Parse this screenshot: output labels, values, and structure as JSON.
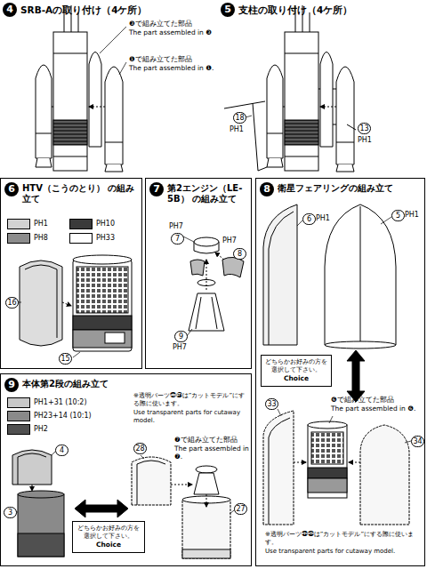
{
  "diagram": {
    "nodes": [
      {
        "text": [
          "6",
          "HTV（こうのとり） の組み立て"
        ]
      },
      {
        "text": [
          "7",
          "第2エンジン（LE-5B） の組み立て"
        ]
      },
      {
        "text": [
          "8",
          "衛星フェアリングの組み立て"
        ]
      },
      {
        "text": [
          "どちらかお好みの方を選択して下さい。",
          "Choice"
        ],
        "in": 2
      },
      {
        "text": [
          "9",
          "本体第2段の組み立て"
        ]
      },
      {
        "text": [
          "どちらかお好みの方を選択して下さい。",
          "Choice"
        ],
        "in": 4
      }
    ],
    "labels": [
      "4",
      "SRB-Aの取り付け（4ケ所）",
      "❸で組み立てた部品",
      "The part assembled in ❸",
      "❶で組み立てた部品",
      "The part assembled in ❶.",
      "5",
      "支柱の取り付け（4ケ所）",
      "18",
      "PH1",
      "13",
      "PH1",
      "16",
      "15",
      "PH7",
      "7",
      "PH7",
      "8",
      "9",
      "PH7",
      "6",
      "PH1",
      "5",
      "PH1",
      "33",
      "❻で組み立てた部品",
      "The part assembled in ❻.",
      "34",
      "※透明パーツ㉝㉞は”カットモデル”にする際に使います。",
      "Use transparent parts for cutaway model.",
      "4",
      "3",
      "※透明パーツ㉗㉘は”カットモデル”にする際に使います。",
      "Use transparent parts for cutaway model.",
      "28",
      "❼で組み立てた部品",
      "The part assembled in ❼.",
      "27"
    ],
    "legend": [
      {
        "text": "PH1",
        "color": "#d2d2d2"
      },
      {
        "text": "PH10",
        "color": "#3a3a3a"
      },
      {
        "text": "PH8",
        "color": "#8c8c8c"
      },
      {
        "text": "PH33",
        "color": "#ffffff"
      },
      {
        "text": "PH1+31 (10:2)",
        "color": "#c8c8c8"
      },
      {
        "text": "PH23+14 (10:1)",
        "color": "#8a8a8a"
      },
      {
        "text": "PH2",
        "color": "#505050"
      }
    ]
  }
}
